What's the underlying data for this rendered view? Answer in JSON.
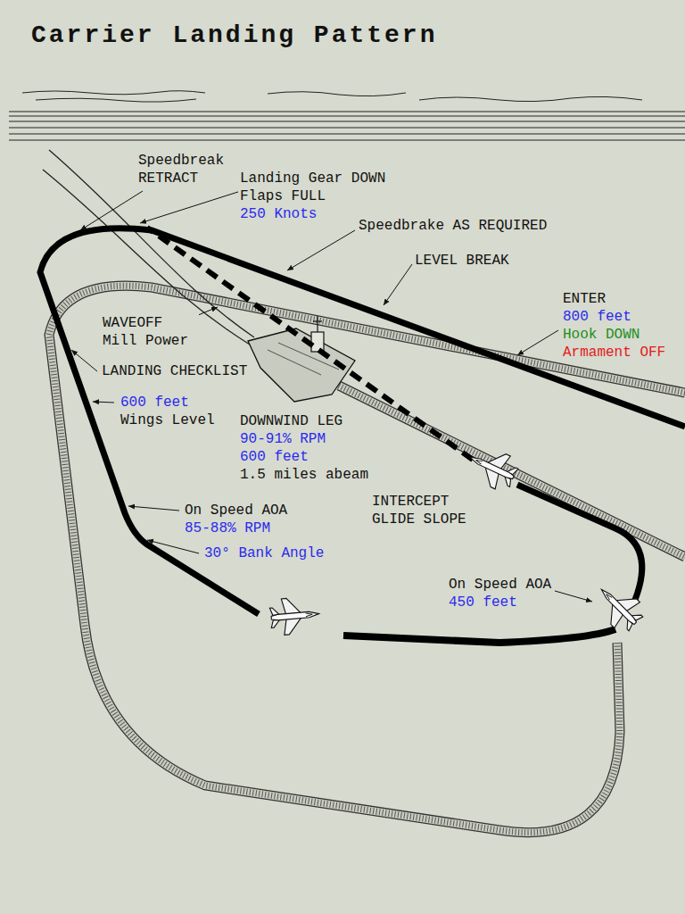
{
  "diagram": {
    "title": "Carrier Landing Pattern",
    "labels": [
      "Speedbreak RETRACT",
      "Landing Gear DOWN Flaps FULL",
      "250 Knots",
      "Speedbrake AS REQUIRED",
      "LEVEL BREAK",
      "ENTER",
      "800 feet",
      "Hook DOWN",
      "Armament OFF",
      "WAVEOFF Mill Power",
      "LANDING CHECKLIST",
      "600 feet",
      "Wings Level",
      "DOWNWIND LEG",
      "90-91% RPM 600 feet",
      "1.5 miles abeam",
      "On Speed AOA",
      "85-88% RPM",
      "30° Bank Angle",
      "INTERCEPT GLIDE SLOPE",
      "On Speed AOA",
      "450 feet"
    ]
  }
}
